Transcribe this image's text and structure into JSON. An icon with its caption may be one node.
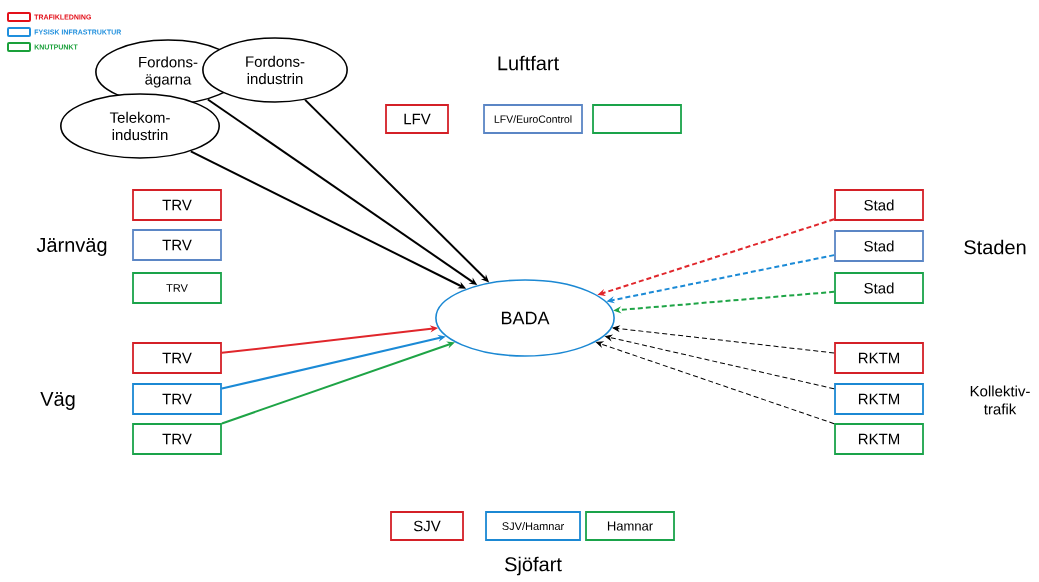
{
  "diagram": {
    "nodes": [
      {
        "text": [
          "Fordons- ägarna"
        ]
      },
      {
        "text": [
          "Fordons- industrin"
        ]
      },
      {
        "text": [
          "Telekom- industrin"
        ]
      },
      {
        "text": [
          "LFV"
        ]
      },
      {
        "text": [
          "LFV/EuroControl"
        ]
      },
      {
        "text": [],
        "shape": "box"
      },
      {
        "text": [
          "TRV"
        ]
      },
      {
        "text": [
          "TRV"
        ]
      },
      {
        "text": [
          "TRV"
        ]
      },
      {
        "text": [
          "Stad"
        ]
      },
      {
        "text": [
          "Stad"
        ]
      },
      {
        "text": [
          "Stad"
        ]
      },
      {
        "text": [
          "BADA"
        ]
      },
      {
        "text": [
          "TRV"
        ]
      },
      {
        "text": [
          "TRV"
        ]
      },
      {
        "text": [
          "TRV"
        ]
      },
      {
        "text": [
          "RKTM"
        ]
      },
      {
        "text": [
          "RKTM"
        ]
      },
      {
        "text": [
          "RKTM"
        ]
      },
      {
        "text": [
          "SJV"
        ]
      },
      {
        "text": [
          "SJV/Hamnar"
        ]
      },
      {
        "text": [
          "Hamnar"
        ]
      }
    ],
    "edges": [
      {
        "from": 0,
        "to": 12,
        "arrow": "to"
      },
      {
        "from": 1,
        "to": 12,
        "arrow": "to"
      },
      {
        "from": 2,
        "to": 12,
        "arrow": "to"
      },
      {
        "from": 9,
        "to": 12,
        "arrow": "to",
        "style": "dashed",
        "color": "#e0262b"
      },
      {
        "from": 10,
        "to": 12,
        "arrow": "to",
        "style": "dashed",
        "color": "#1b8ad6"
      },
      {
        "from": 11,
        "to": 12,
        "arrow": "to",
        "style": "dashed",
        "color": "#1ea446"
      },
      {
        "from": 13,
        "to": 12,
        "arrow": "to",
        "color": "#e0262b"
      },
      {
        "from": 14,
        "to": 12,
        "arrow": "to",
        "color": "#1b8ad6"
      },
      {
        "from": 15,
        "to": 12,
        "arrow": "to",
        "color": "#1ea446"
      },
      {
        "from": 16,
        "to": 12,
        "arrow": "to",
        "style": "dashed"
      },
      {
        "from": 17,
        "to": 12,
        "arrow": "to",
        "style": "dashed"
      },
      {
        "from": 18,
        "to": 12,
        "arrow": "to",
        "style": "dashed"
      }
    ],
    "labels": [
      "Luftfart",
      "Järnväg",
      "Staden",
      "Väg",
      "Kollektiv- trafik",
      "Sjöfart"
    ],
    "legend": [
      {
        "text": "TRAFIKLEDNING",
        "color": "#e3101a"
      },
      {
        "text": "FYSISK INFRASTRUKTUR",
        "color": "#1f8fdd"
      },
      {
        "text": "KNUTPUNKT",
        "color": "#1aa03a"
      }
    ]
  }
}
